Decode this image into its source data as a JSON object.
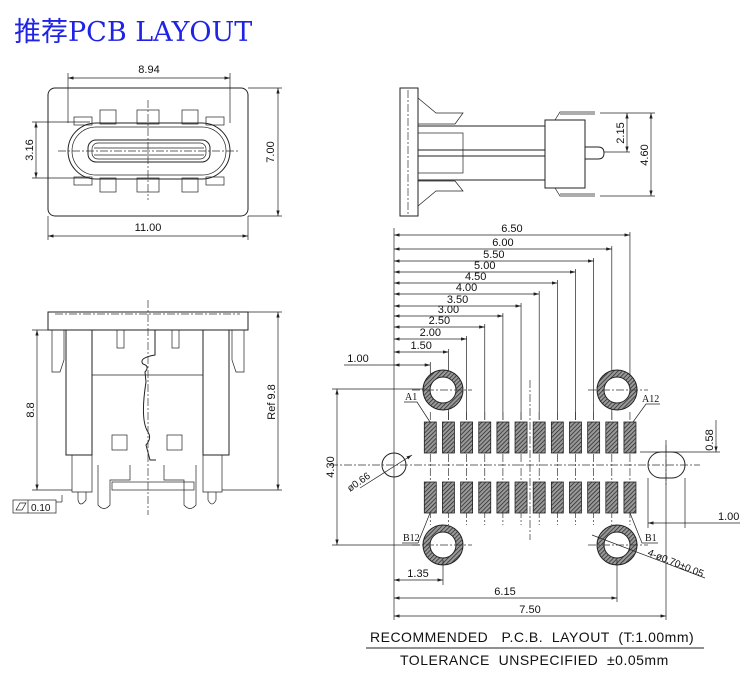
{
  "title": "推荐PCB LAYOUT",
  "top_view": {
    "width_inner": "8.94",
    "width_outer": "11.00",
    "height_outer": "7.00",
    "height_inner": "3.16"
  },
  "side_view": {
    "pin_offset": "2.15",
    "pin_span": "4.60"
  },
  "front_view": {
    "height": "8.8",
    "ref_height": "Ref  9.8",
    "flatness": "0.10"
  },
  "pcb": {
    "pitch_dims": [
      "1.00",
      "1.50",
      "2.00",
      "2.50",
      "3.00",
      "3.50",
      "4.00",
      "4.50",
      "5.00",
      "5.50",
      "6.00",
      "6.50"
    ],
    "hole_offset": "1.35",
    "hole_span": "6.15",
    "overall_width": "7.50",
    "row_span": "4.30",
    "pad_height": "0.58",
    "slot_width": "1.00",
    "small_hole": "ø0.66",
    "hole_spec": "4-ø0.70±0.05",
    "pin_labels": {
      "a1": "A1",
      "a12": "A12",
      "b12": "B12",
      "b1": "B1"
    },
    "pad_count_per_row": 12
  },
  "footer": {
    "line1": "RECOMMENDED   P.C.B.  LAYOUT  (T:1.00mm)",
    "line2": "TOLERANCE  UNSPECIFIED  ±0.05mm"
  },
  "colors": {
    "title": "#1f23e6",
    "ink": "#222222"
  }
}
